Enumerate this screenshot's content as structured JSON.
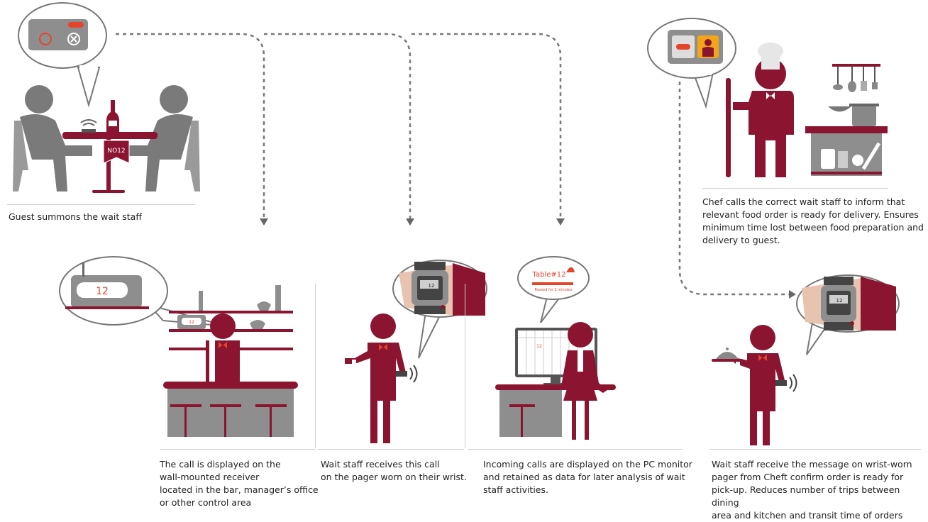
{
  "colors": {
    "maroon": "#8b1430",
    "gray": "#7a7a7a",
    "light_gray": "#bdbdbd",
    "skin": "#e8c3b0",
    "red": "#e2452c"
  },
  "scene_guest": {
    "caption": "Guest summons the wait staff",
    "table_tag": "NO12"
  },
  "scene_chef": {
    "caption_lines": [
      "Chef calls the correct wait staff to inform that",
      "relevant food order is ready for delivery. Ensures",
      "minimum time lost between food preparation and",
      "delivery to guest."
    ]
  },
  "scene_bar": {
    "receiver_number": "12",
    "small_receiver_number": "12",
    "caption_lines": [
      "The call is displayed on the",
      "wall-mounted receiver",
      "located in the bar, manager’s office",
      "or other control area"
    ]
  },
  "scene_waiter": {
    "watch_display": "12",
    "caption_lines": [
      "Wait staff receives this call",
      "on the pager worn on their wrist."
    ]
  },
  "scene_pc": {
    "popup_title": "Table#12",
    "popup_sub": "Paused for 2 minutes",
    "monitor_cell": "12",
    "caption_lines": [
      "Incoming calls are displayed on the PC monitor",
      "and retained as data for later analysis of wait",
      "staff activities."
    ]
  },
  "scene_delivery": {
    "watch_display": "12",
    "caption_lines": [
      "Wait staff receive the message on wrist-worn",
      "pager from Cheft confirm order is ready for",
      "pick-up. Reduces number of trips between dining",
      "area and kitchen and transit time of orders"
    ]
  }
}
